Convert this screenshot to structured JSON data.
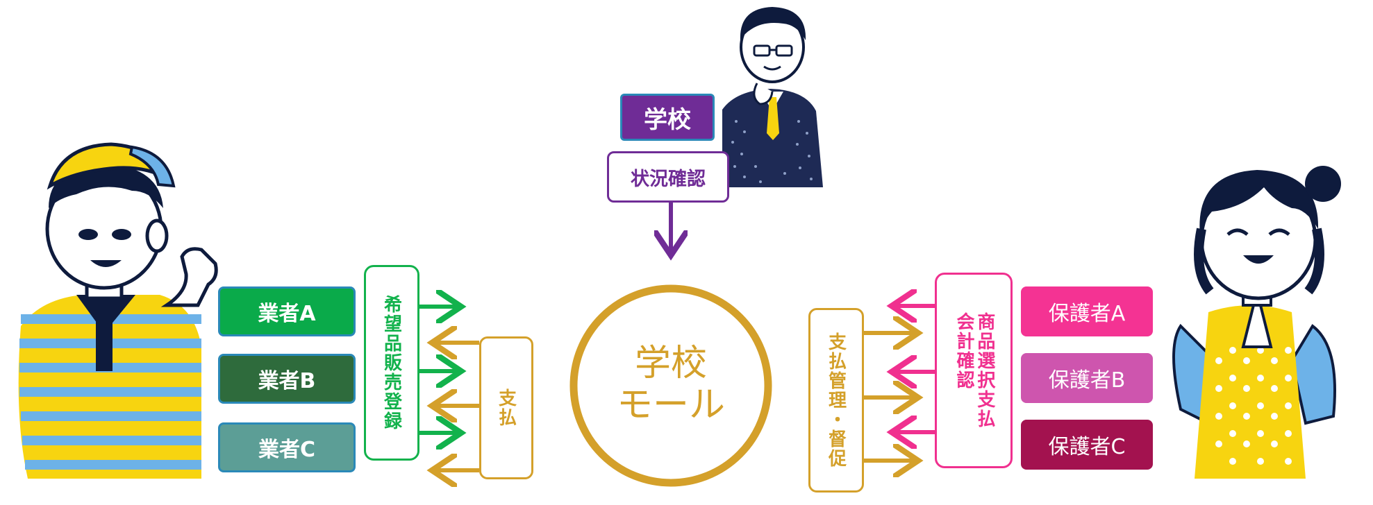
{
  "colors": {
    "gold": "#D4A02A",
    "green": "#12B24C",
    "pink": "#F0308F",
    "purple": "#6F2C96",
    "vendor_a": "#0AAA4A",
    "vendor_b": "#2E6B3C",
    "vendor_c": "#5C9E96",
    "guardian_a": "#F43393",
    "guardian_b": "#CE55AE",
    "guardian_c": "#A3124F",
    "navy": "#0E1B3D"
  },
  "center": {
    "line1": "学校",
    "line2": "モール"
  },
  "school": {
    "label": "学校",
    "status_check": "状況確認"
  },
  "vendors": [
    "業者A",
    "業者B",
    "業者C"
  ],
  "vendor_side": {
    "register": "希望品販売登録",
    "payment": "支払"
  },
  "guardians": [
    "保護者A",
    "保護者B",
    "保護者C"
  ],
  "guardian_side": {
    "manage": "支払管理・督促",
    "select_line1": "商品選択支払",
    "select_line2": "会計確認"
  },
  "icons": {
    "vendor_person": "vendor-person-icon",
    "teacher_person": "teacher-person-icon",
    "guardian_person": "guardian-person-icon"
  }
}
